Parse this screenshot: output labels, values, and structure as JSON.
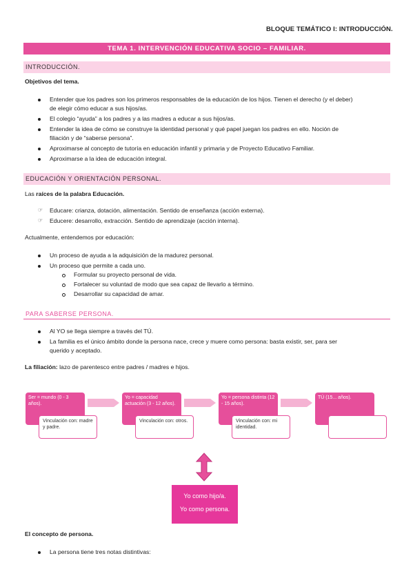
{
  "header": {
    "block_title": "BLOQUE TEMÁTICO I: INTRODUCCIÓN.",
    "topic_title": "TEMA 1. INTERVENCIÓN EDUCATIVA SOCIO – FAMILIAR."
  },
  "intro": {
    "heading": "INTRODUCCIÓN.",
    "objectives_label": "Objetivos del tema.",
    "bullets": [
      "Entender que los padres son los primeros responsables de la educación de los hijos. Tienen el derecho (y el deber)",
      "de elegir cómo educar a sus hijos/as.",
      "El colegio “ayuda” a los padres y a las madres a educar a sus hijos/as.",
      "Entender la idea de cómo se construye la identidad personal y qué papel juegan los padres en ello. Noción de",
      "filiación y de “saberse persona”.",
      "Aproximarse al concepto de tutoría en educación infantil y primaria y de Proyecto Educativo Familiar.",
      "Aproximarse a la idea de educación integral."
    ]
  },
  "education": {
    "heading": "EDUCACIÓN Y ORIENTACIÓN PERSONAL.",
    "roots_prefix": "Las ",
    "roots_bold": "raíces de la palabra Educación.",
    "roots": [
      "Educare: crianza, dotación, alimentación. Sentido de enseñanza (acción externa).",
      "Educere: desarrollo, extracción. Sentido de aprendizaje (acción interna)."
    ],
    "currently": "Actualmente, entendemos por educación:",
    "bullets": [
      "Un proceso de ayuda a la adquisición de la madurez personal.",
      "Un proceso que permite a cada uno."
    ],
    "sub_bullets": [
      "Formular su proyecto personal de vida.",
      "Fortalecer su voluntad de modo que sea capaz de llevarlo a término.",
      "Desarrollar su capacidad de amar."
    ]
  },
  "person": {
    "heading": "PARA SABERSE PERSONA.",
    "bullets": [
      "Al YO se llega siempre a través del TÚ.",
      "La familia es el único ámbito donde la persona nace, crece y muere como persona: basta existir, ser, para ser",
      "querido y aceptado."
    ],
    "filiation_bold": "La filiación:",
    "filiation_text": " lazo de parentesco entre padres / madres e hijos."
  },
  "diagram": {
    "stages": [
      {
        "title": "Ser = mundo (0 - 3 años).",
        "detail": "Vinculación con: madre y padre."
      },
      {
        "title": "Yo = capacidad actuación (3 - 12 años).",
        "detail": "Vinculación con: otros."
      },
      {
        "title": "Yo = persona distinta (12 - 15 años).",
        "detail": "Vinculación con: mi identidad."
      },
      {
        "title": "TÚ (15... años).",
        "detail": ""
      }
    ],
    "result_lines": [
      "Yo como hijo/a.",
      "Yo como persona."
    ]
  },
  "concept": {
    "heading": "El concepto de persona.",
    "bullets": [
      "La persona tiene tres notas distintivas:"
    ]
  },
  "colors": {
    "accent": "#e64f9b",
    "light": "#fbd3e6"
  },
  "icons": [
    "bullet-dot-icon",
    "bullet-ring-icon",
    "pointing-hand-icon",
    "double-arrow-icon",
    "chevron-arrow-icon"
  ]
}
